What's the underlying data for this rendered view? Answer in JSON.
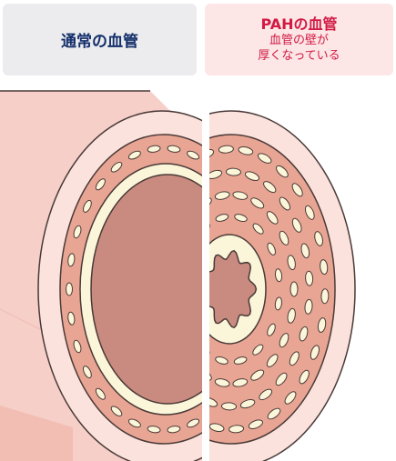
{
  "labels": {
    "normal_title": "通常の血管",
    "pah_title": "PAHの血管",
    "pah_subtitle_line1": "血管の壁が",
    "pah_subtitle_line2": "厚くなっている"
  },
  "colors": {
    "label_normal_bg": "#ececee",
    "label_normal_text": "#14306b",
    "label_pah_bg": "#fde6e6",
    "label_pah_text": "#d11a44",
    "outer_tube": "#f6cfc8",
    "adventitia": "#fbe2dc",
    "media": "#e8a594",
    "intima": "#fbf6d9",
    "lumen": "#c98a80",
    "outline": "#4a3a38"
  }
}
